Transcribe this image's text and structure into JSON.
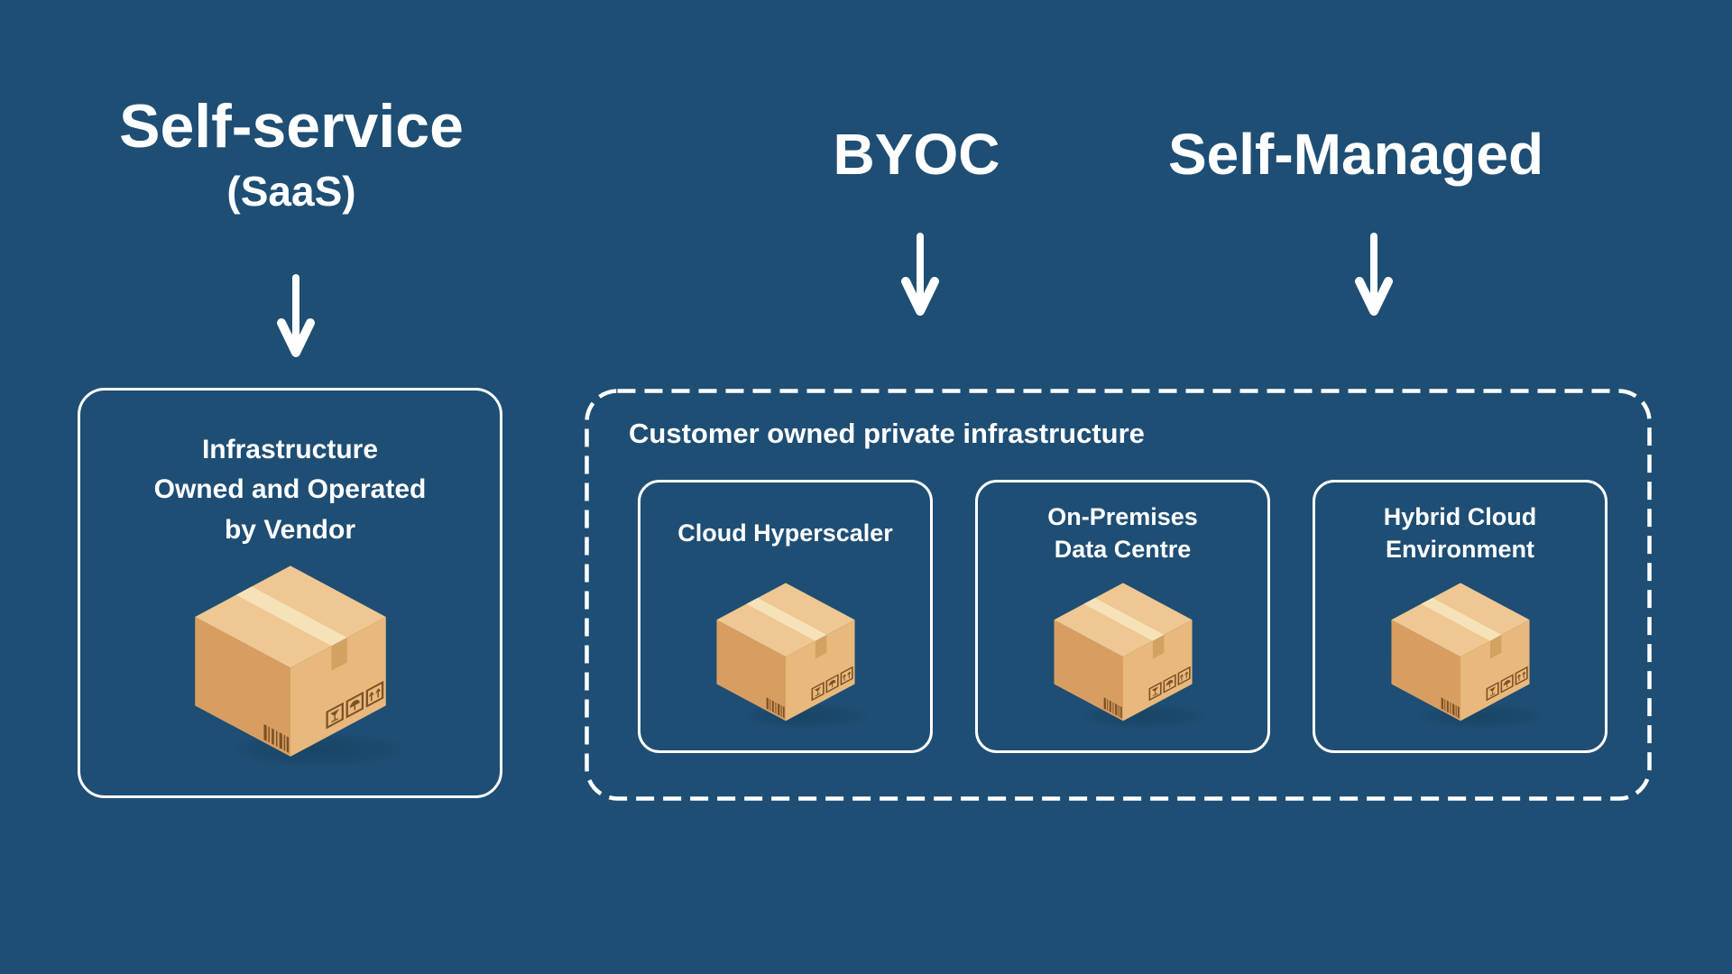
{
  "headings": {
    "self_service": {
      "title": "Self-service",
      "subtitle": "(SaaS)"
    },
    "byoc": {
      "title": "BYOC"
    },
    "self_managed": {
      "title": "Self-Managed"
    }
  },
  "vendor_card": {
    "label_lines": [
      "Infrastructure",
      "Owned and Operated",
      "by Vendor"
    ]
  },
  "private_infrastructure": {
    "label": "Customer owned private infrastructure",
    "cards": [
      {
        "label_lines": [
          "Cloud Hyperscaler"
        ]
      },
      {
        "label_lines": [
          "On-Premises",
          "Data Centre"
        ]
      },
      {
        "label_lines": [
          "Hybrid Cloud",
          "Environment"
        ]
      }
    ]
  },
  "icons": {
    "down_arrow": "down-arrow",
    "package_box": "cardboard-box",
    "fragile": "fragile-broken-glass",
    "keep_dry": "umbrella",
    "this_way_up": "up-arrows",
    "barcode": "barcode"
  },
  "colors": {
    "bg": "#1E4E74",
    "text": "#FFFFFF",
    "stroke": "#FFFFFF",
    "box-top": "#EFC792",
    "box-left": "#D89E61",
    "box-right": "#E8B87C",
    "box-tape": "#F6E2B8",
    "box-flap": "#D2A263",
    "box-ink": "#7C5224",
    "box-shadow": "#16405F"
  }
}
